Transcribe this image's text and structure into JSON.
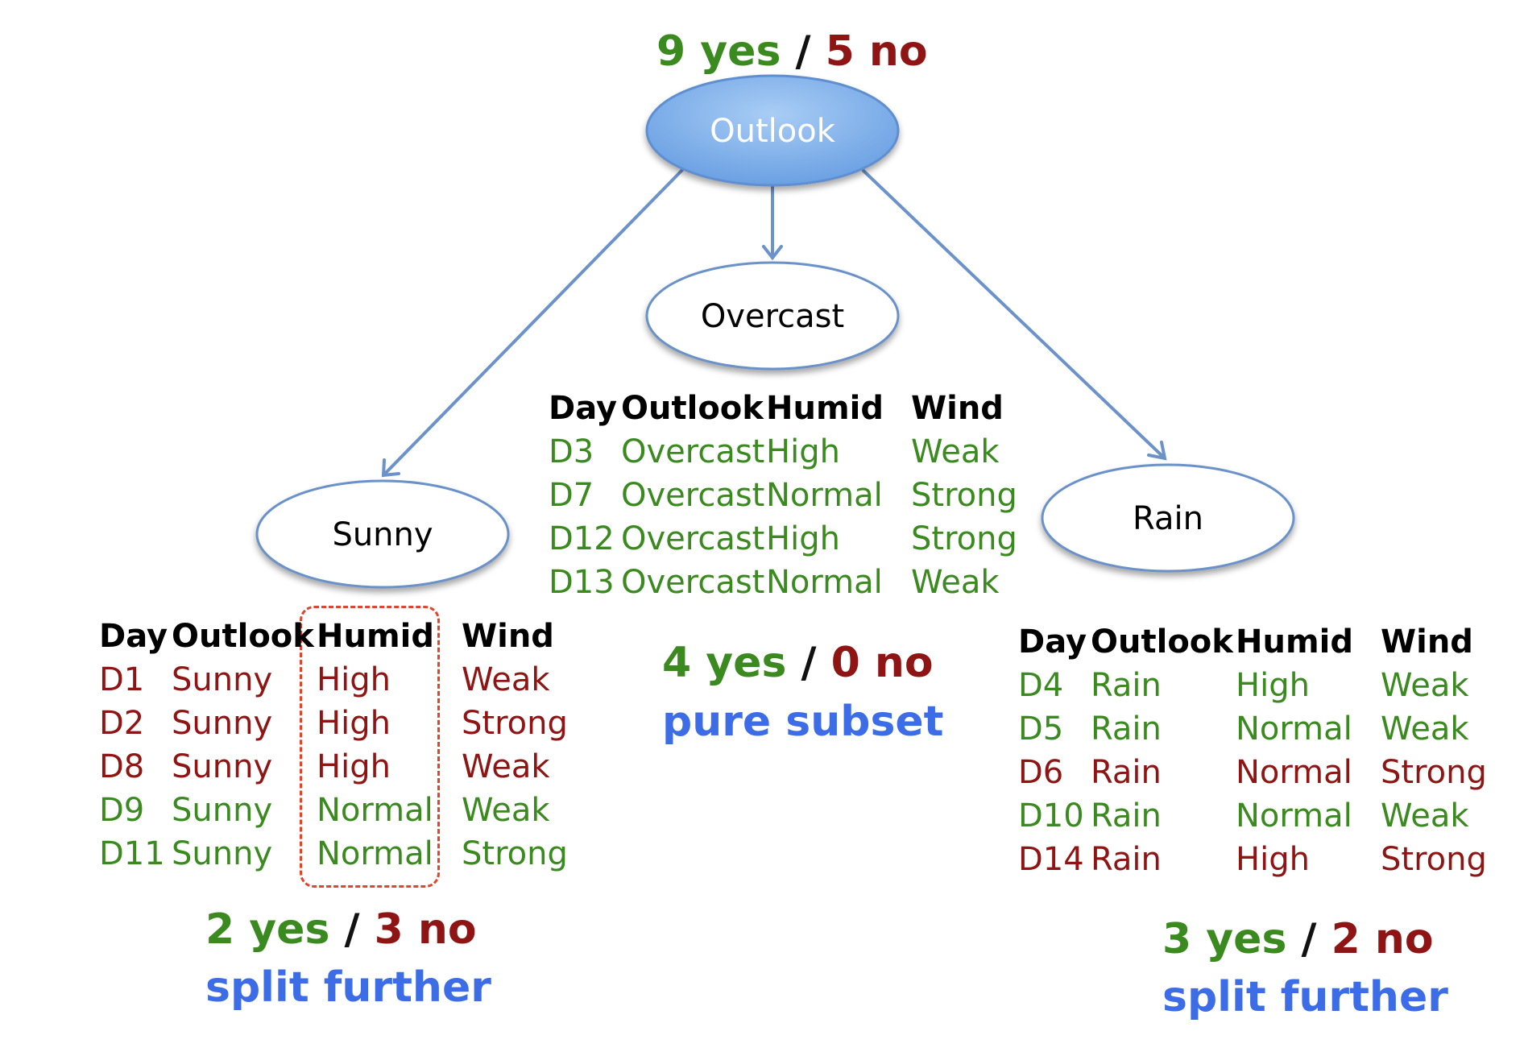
{
  "colors": {
    "yes": "#3a8a1f",
    "no": "#8f1414",
    "tag": "#3d6de6",
    "edge": "#6b92c9",
    "root_fill": "#7fb0ec",
    "highlight": "#e0442b"
  },
  "root": {
    "label": "Outlook",
    "summary": {
      "yes": "9 yes",
      "slash": "/",
      "no": "5 no"
    }
  },
  "branches": {
    "sunny": {
      "label": "Sunny",
      "summary": {
        "yes": "2 yes",
        "slash": "/",
        "no": "3 no"
      },
      "tag": "split further",
      "headers": [
        "Day",
        "Outlook",
        "Humid",
        "Wind"
      ],
      "rows": [
        {
          "cells": [
            "D1",
            "Sunny",
            "High",
            "Weak"
          ],
          "outcome": "no"
        },
        {
          "cells": [
            "D2",
            "Sunny",
            "High",
            "Strong"
          ],
          "outcome": "no"
        },
        {
          "cells": [
            "D8",
            "Sunny",
            "High",
            "Weak"
          ],
          "outcome": "no"
        },
        {
          "cells": [
            "D9",
            "Sunny",
            "Normal",
            "Weak"
          ],
          "outcome": "yes"
        },
        {
          "cells": [
            "D11",
            "Sunny",
            "Normal",
            "Strong"
          ],
          "outcome": "yes"
        }
      ]
    },
    "overcast": {
      "label": "Overcast",
      "summary": {
        "yes": "4 yes",
        "slash": "/",
        "no": "0 no"
      },
      "tag": "pure subset",
      "headers": [
        "Day",
        "Outlook",
        "Humid",
        "Wind"
      ],
      "rows": [
        {
          "cells": [
            "D3",
            "Overcast",
            "High",
            "Weak"
          ],
          "outcome": "yes"
        },
        {
          "cells": [
            "D7",
            "Overcast",
            "Normal",
            "Strong"
          ],
          "outcome": "yes"
        },
        {
          "cells": [
            "D12",
            "Overcast",
            "High",
            "Strong"
          ],
          "outcome": "yes"
        },
        {
          "cells": [
            "D13",
            "Overcast",
            "Normal",
            "Weak"
          ],
          "outcome": "yes"
        }
      ]
    },
    "rain": {
      "label": "Rain",
      "summary": {
        "yes": "3 yes",
        "slash": "/",
        "no": "2 no"
      },
      "tag": "split further",
      "headers": [
        "Day",
        "Outlook",
        "Humid",
        "Wind"
      ],
      "rows": [
        {
          "cells": [
            "D4",
            "Rain",
            "High",
            "Weak"
          ],
          "outcome": "yes"
        },
        {
          "cells": [
            "D5",
            "Rain",
            "Normal",
            "Weak"
          ],
          "outcome": "yes"
        },
        {
          "cells": [
            "D6",
            "Rain",
            "Normal",
            "Strong"
          ],
          "outcome": "no"
        },
        {
          "cells": [
            "D10",
            "Rain",
            "Normal",
            "Weak"
          ],
          "outcome": "yes"
        },
        {
          "cells": [
            "D14",
            "Rain",
            "High",
            "Strong"
          ],
          "outcome": "no"
        }
      ]
    }
  }
}
